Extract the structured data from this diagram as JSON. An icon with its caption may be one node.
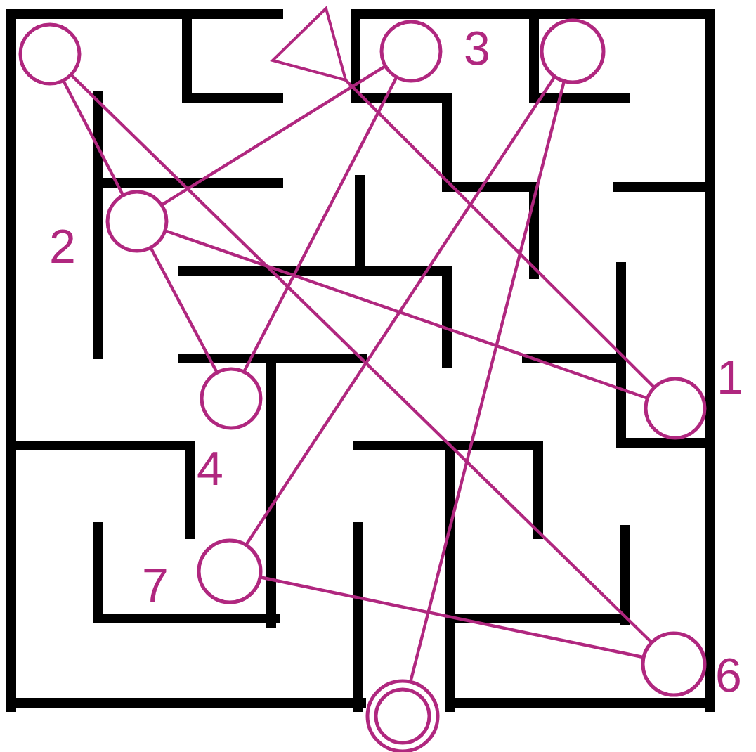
{
  "diagram": {
    "nodes": [
      {
        "text": [],
        "shape": "circle"
      },
      {
        "text": [],
        "shape": "triangle"
      },
      {
        "text": [],
        "shape": "circle",
        "beside": [
          "3"
        ]
      },
      {
        "text": [],
        "shape": "circle"
      },
      {
        "text": [],
        "shape": "circle",
        "beside": [
          "2"
        ]
      },
      {
        "text": [],
        "shape": "circle",
        "beside": [
          "4"
        ]
      },
      {
        "text": [],
        "shape": "circle",
        "beside": [
          "1"
        ]
      },
      {
        "text": [],
        "shape": "circle",
        "beside": [
          "7"
        ]
      },
      {
        "text": [],
        "shape": "circle",
        "beside": [
          "6"
        ]
      },
      {
        "text": [],
        "shape": "doublecircle"
      }
    ],
    "edges": [
      {
        "from": 0,
        "to": 4,
        "arrow": "none"
      },
      {
        "from": 0,
        "to": 8,
        "arrow": "none"
      },
      {
        "from": 1,
        "to": 6,
        "arrow": "none"
      },
      {
        "from": 4,
        "to": 2,
        "arrow": "none"
      },
      {
        "from": 2,
        "to": 5,
        "arrow": "none"
      },
      {
        "from": 4,
        "to": 5,
        "arrow": "none"
      },
      {
        "from": 4,
        "to": 6,
        "arrow": "none"
      },
      {
        "from": 3,
        "to": 7,
        "arrow": "none"
      },
      {
        "from": 3,
        "to": 9,
        "arrow": "none"
      },
      {
        "from": 7,
        "to": 8,
        "arrow": "none"
      }
    ]
  }
}
